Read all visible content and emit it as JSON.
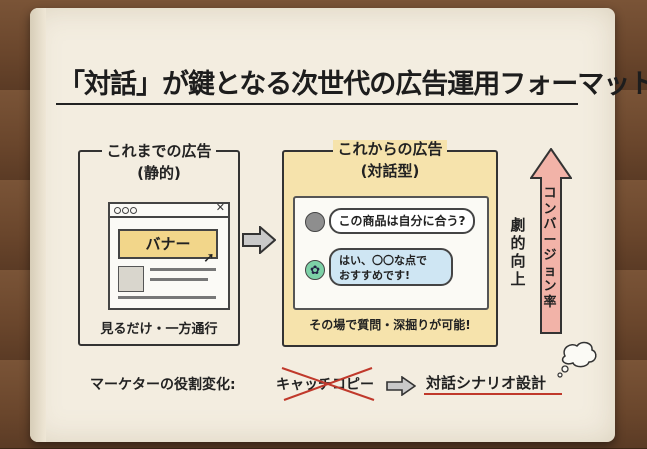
{
  "title": "「対話」が鍵となる次世代の広告運用フォーマット",
  "left_panel": {
    "heading_line1": "これまでの広告",
    "heading_line2": "(静的)",
    "banner_text": "バナー",
    "caption": "見るだけ・一方通行"
  },
  "right_panel": {
    "heading_line1": "これからの広告",
    "heading_line2": "(対話型)",
    "user_message": "この商品は自分に合う?",
    "ai_message_line1": "はい、〇〇な点で",
    "ai_message_line2": "おすすめです!",
    "caption": "その場で質問・深掘りが可能!"
  },
  "growth": {
    "label_chars": [
      "劇",
      "的",
      "向",
      "上"
    ],
    "conversion_chars": [
      "コ",
      "ン",
      "バ",
      "ー",
      "ジ",
      "ョ",
      "ン",
      "率"
    ]
  },
  "bottom": {
    "role_label": "マーケターの役割変化:",
    "old_role": "キャッチコピー",
    "new_role": "対話シナリオ設計"
  },
  "colors": {
    "accent_yellow": "#f6e3ac",
    "chat_blue": "#cfe6f3",
    "arrow_pink": "#f2b3a8",
    "strike_red": "#c0392b"
  }
}
